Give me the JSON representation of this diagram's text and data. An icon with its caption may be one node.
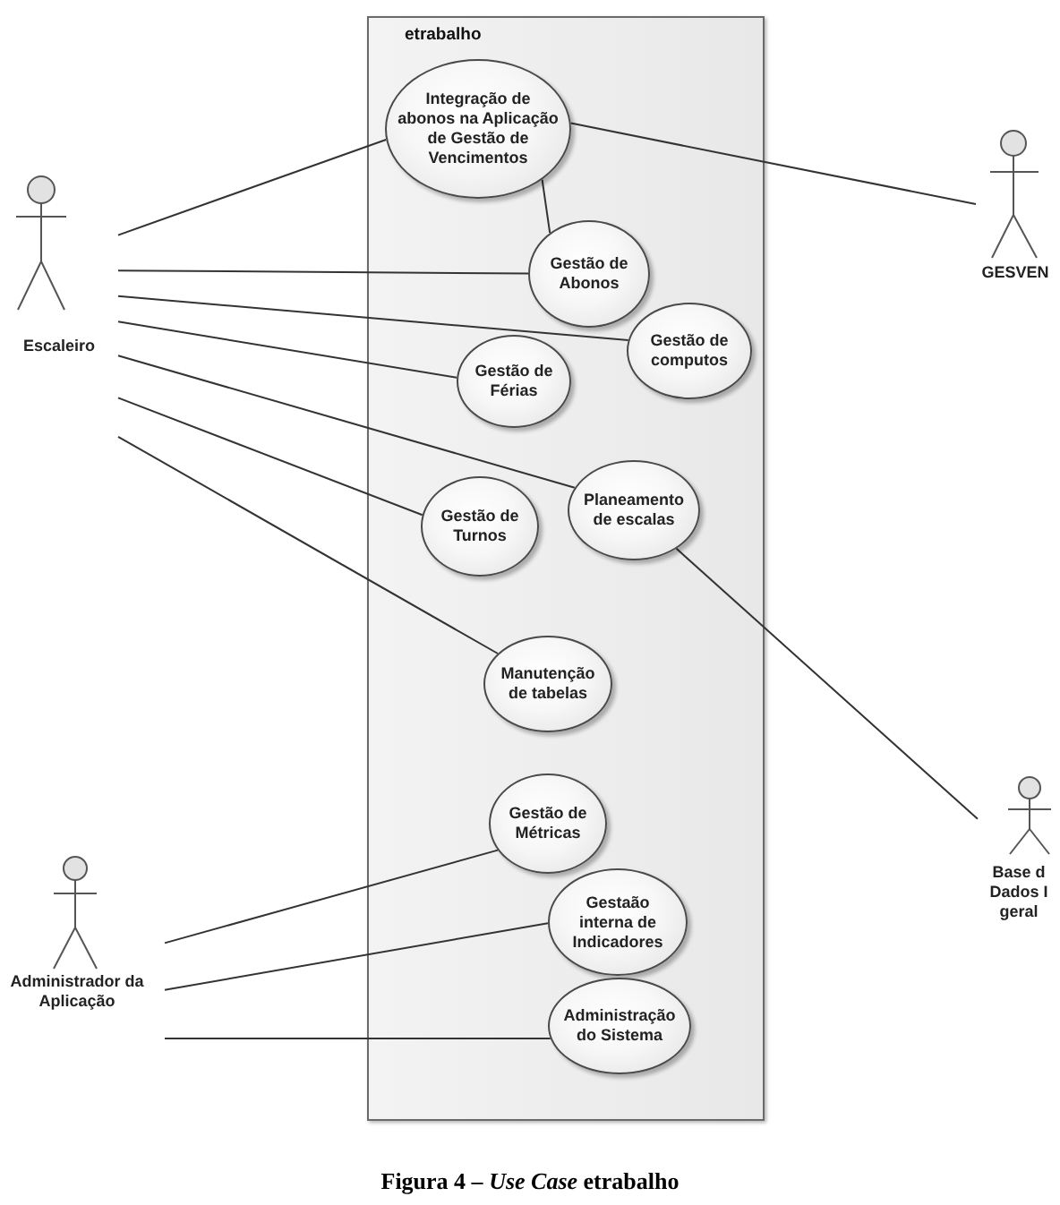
{
  "diagram": {
    "caption": "Figura 4 – *Use Case* etrabalho",
    "nodes": [
      {
        "text": [
          "etrabalho"
        ]
      },
      {
        "text": [
          "Integração de abonos na Aplicação de Gestão de Vencimentos"
        ],
        "in": 0
      },
      {
        "text": [
          "Gestão de Abonos"
        ],
        "in": 0
      },
      {
        "text": [
          "Gestão de computos"
        ],
        "in": 0
      },
      {
        "text": [
          "Gestão de Férias"
        ],
        "in": 0
      },
      {
        "text": [
          "Planeamento de escalas"
        ],
        "in": 0
      },
      {
        "text": [
          "Gestão de Turnos"
        ],
        "in": 0
      },
      {
        "text": [
          "Manutenção de tabelas"
        ],
        "in": 0
      },
      {
        "text": [
          "Gestão de Métricas"
        ],
        "in": 0
      },
      {
        "text": [
          "Gestaão interna de Indicadores"
        ],
        "in": 0
      },
      {
        "text": [
          "Administração do Sistema"
        ],
        "in": 0
      },
      {
        "text": [
          "Escaleiro"
        ]
      },
      {
        "text": [
          "GESVEN"
        ]
      },
      {
        "text": [
          "Administrador da Aplicação"
        ]
      },
      {
        "text": [
          "Base d Dados I geral"
        ]
      }
    ],
    "edges": [
      {
        "from": 11,
        "to": 1,
        "arrow": "none"
      },
      {
        "from": 11,
        "to": 2,
        "arrow": "none"
      },
      {
        "from": 11,
        "to": 3,
        "arrow": "none"
      },
      {
        "from": 11,
        "to": 4,
        "arrow": "none"
      },
      {
        "from": 11,
        "to": 5,
        "arrow": "none"
      },
      {
        "from": 11,
        "to": 6,
        "arrow": "none"
      },
      {
        "from": 11,
        "to": 7,
        "arrow": "none"
      },
      {
        "from": 1,
        "to": 2,
        "arrow": "none"
      },
      {
        "from": 1,
        "to": 12,
        "arrow": "none"
      },
      {
        "from": 5,
        "to": 14,
        "arrow": "none"
      },
      {
        "from": 13,
        "to": 8,
        "arrow": "none"
      },
      {
        "from": 13,
        "to": 9,
        "arrow": "none"
      },
      {
        "from": 13,
        "to": 10,
        "arrow": "none"
      }
    ]
  }
}
